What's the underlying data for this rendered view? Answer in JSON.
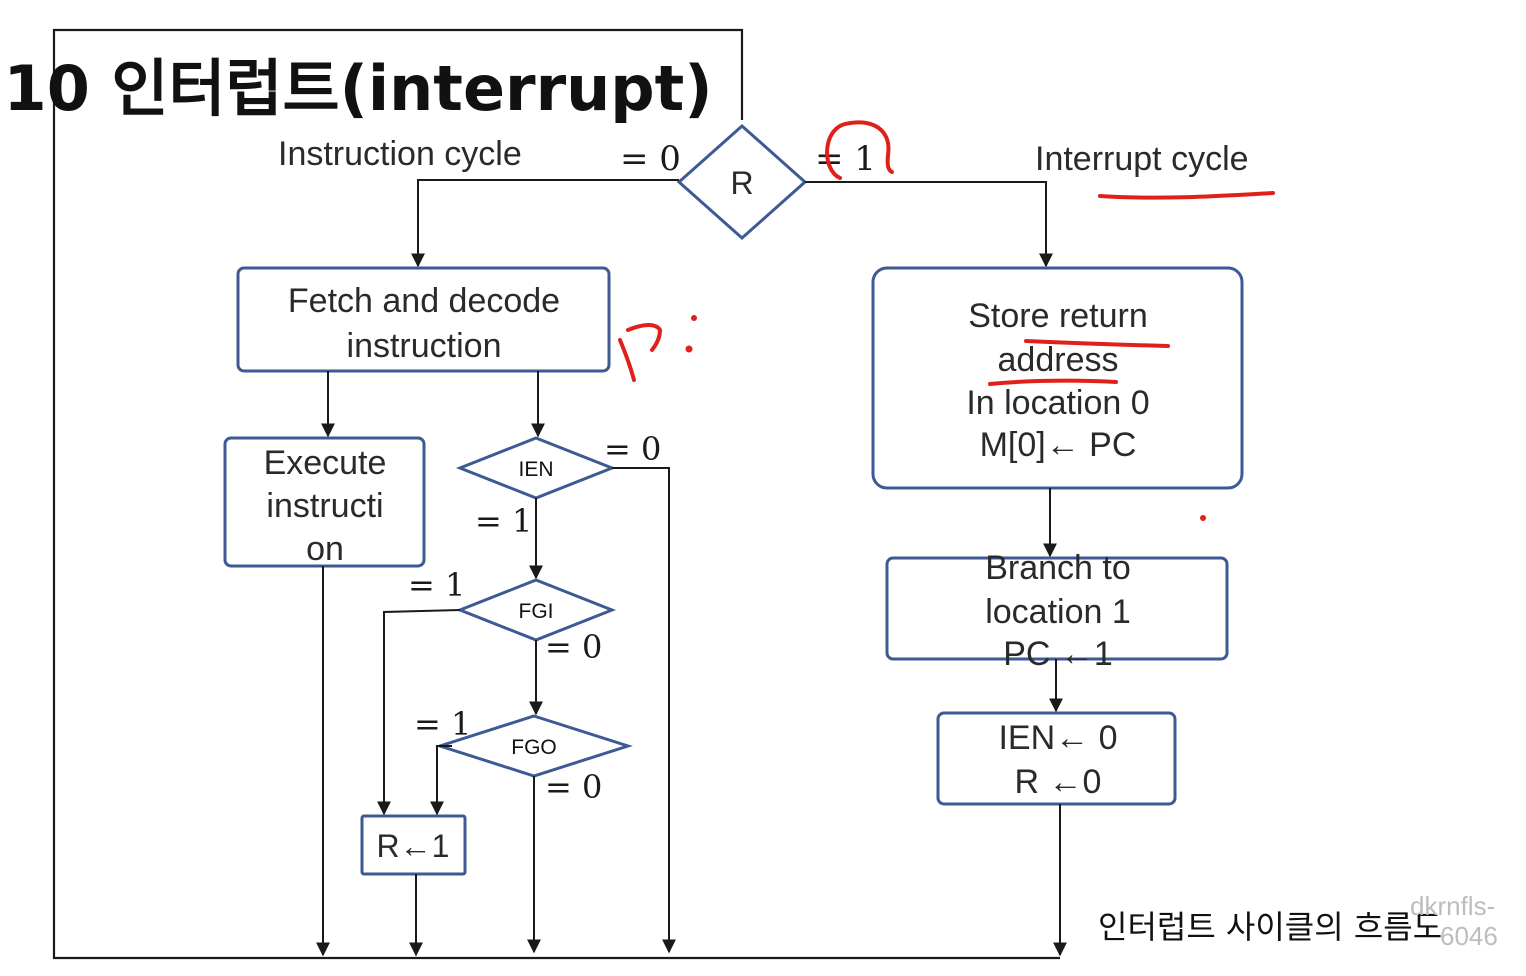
{
  "title": ".10 인터럽트(interrupt)",
  "instruction_cycle_label": "Instruction cycle",
  "interrupt_cycle_label": "Interrupt cycle",
  "r_decision": {
    "label": "R",
    "left_value": "= 0",
    "right_value": "= 1"
  },
  "fetch_box": {
    "line1": "Fetch and decode",
    "line2": "instruction"
  },
  "execute_box": {
    "line1": "Execute",
    "line2": "instructi",
    "line3": "on"
  },
  "ien_decision": {
    "label": "IEN",
    "zero": "= 0",
    "one": "= 1"
  },
  "fgi_decision": {
    "label": "FGI",
    "one": "= 1",
    "zero": "= 0"
  },
  "fgo_decision": {
    "label": "FGO",
    "one": "= 1",
    "zero": "= 0"
  },
  "set_r_box": {
    "label": "R←1"
  },
  "store_box": {
    "line1": "Store return",
    "line2": "address",
    "line3": "In location 0",
    "line4": "M[0]← PC"
  },
  "branch_box": {
    "line1": "Branch to",
    "line2": "location 1",
    "line3": "PC ←1"
  },
  "ien_r_box": {
    "line1": "IEN← 0",
    "line2": "R ←0"
  },
  "caption": "인터럽트 사이클의 흐름도",
  "watermark": {
    "line1": "dkrnfls-",
    "line2": "6046"
  },
  "colors": {
    "box_border": "#3d5a94",
    "line": "#1a1a1a",
    "annotation": "#e0201a"
  }
}
